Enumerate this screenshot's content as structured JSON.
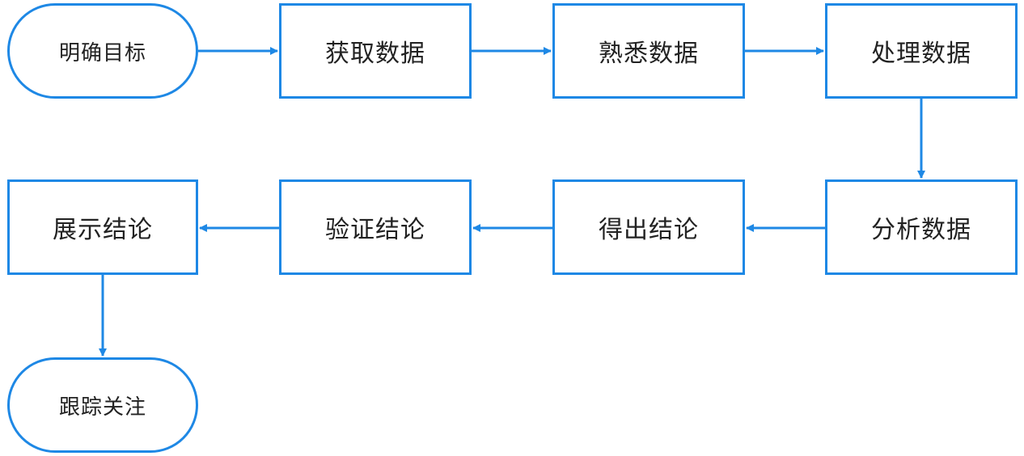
{
  "diagram": {
    "accent_color": "#1e88e5",
    "nodes": {
      "goal": "明确目标",
      "acquire": "获取数据",
      "familiar": "熟悉数据",
      "process": "处理数据",
      "analyze": "分析数据",
      "conclude": "得出结论",
      "verify": "验证结论",
      "present": "展示结论",
      "track": "跟踪关注"
    },
    "edges": [
      {
        "from": "goal",
        "to": "acquire"
      },
      {
        "from": "acquire",
        "to": "familiar"
      },
      {
        "from": "familiar",
        "to": "process"
      },
      {
        "from": "process",
        "to": "analyze"
      },
      {
        "from": "analyze",
        "to": "conclude"
      },
      {
        "from": "conclude",
        "to": "verify"
      },
      {
        "from": "verify",
        "to": "present"
      },
      {
        "from": "present",
        "to": "track"
      }
    ]
  }
}
